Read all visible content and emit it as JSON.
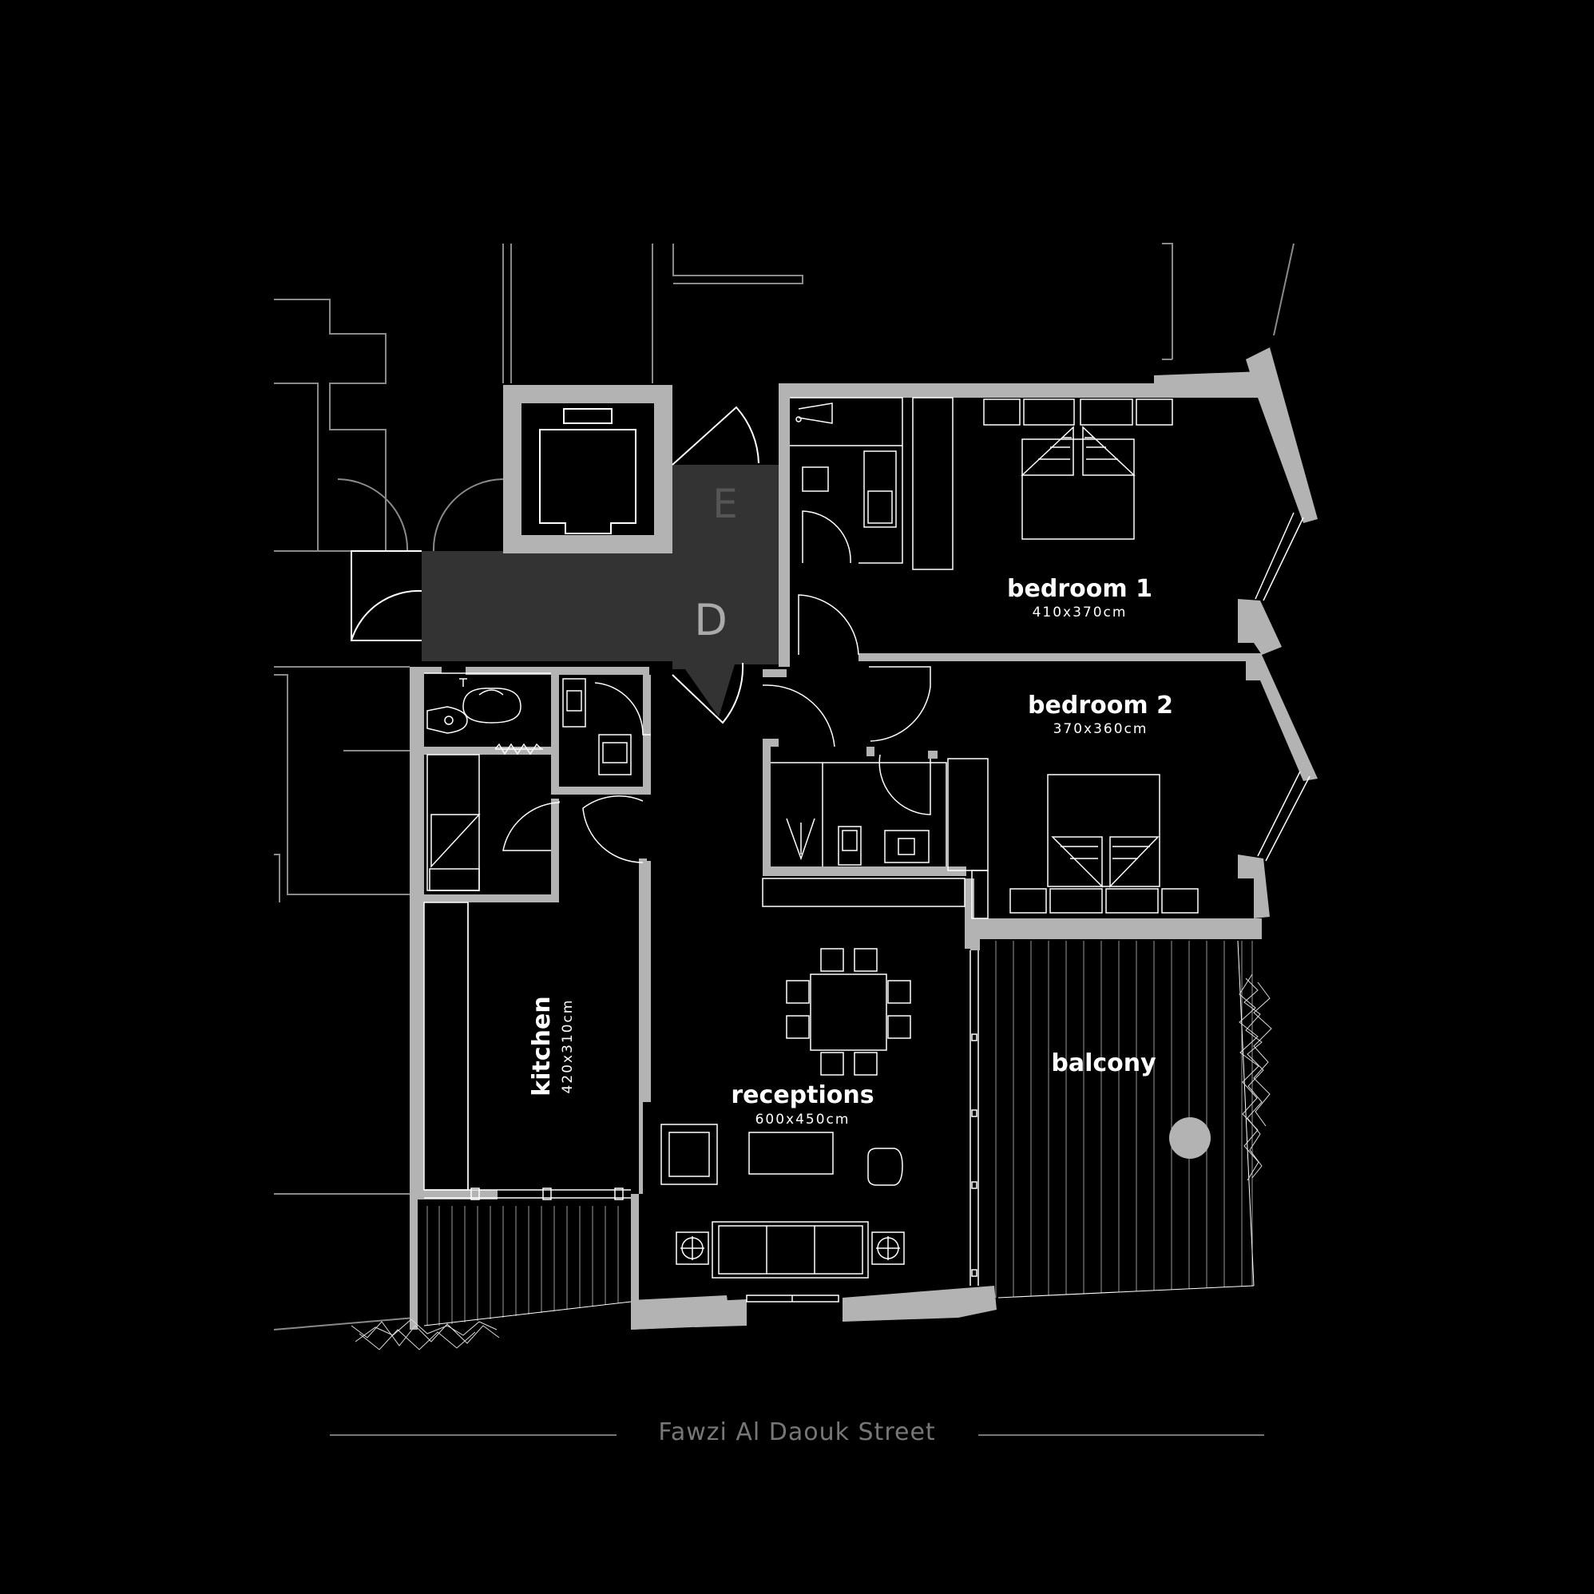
{
  "plan": {
    "colors": {
      "background": "#000000",
      "walls": "#b3b3b3",
      "core": "#333333",
      "lines": "#ffffff",
      "street": "#777777"
    },
    "markers": {
      "entrance": "E",
      "door": "D"
    },
    "rooms": {
      "bedroom1": {
        "name": "bedroom 1",
        "size": "410x370cm"
      },
      "bedroom2": {
        "name": "bedroom 2",
        "size": "370x360cm"
      },
      "kitchen": {
        "name": "kitchen",
        "size": "420x310cm"
      },
      "receptions": {
        "name": "receptions",
        "size": "600x450cm"
      },
      "balcony": {
        "name": "balcony"
      }
    },
    "street": "Fawzi Al Daouk Street"
  }
}
